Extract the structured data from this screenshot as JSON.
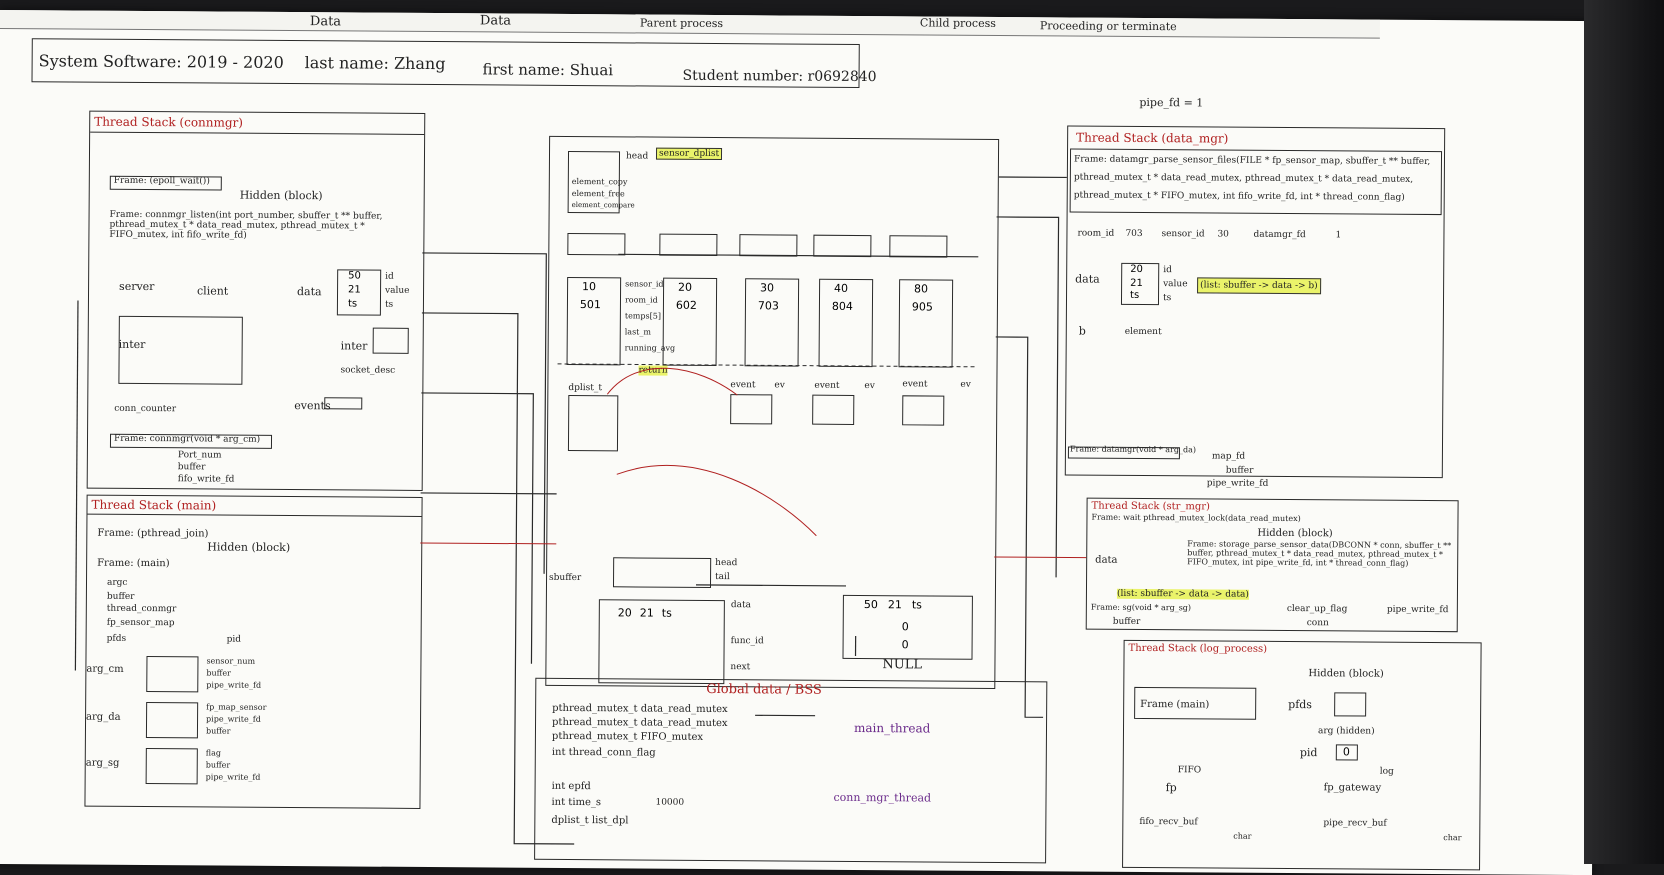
{
  "top_strip": {
    "items": [
      "Data",
      "Data",
      "Parent process",
      "Child process",
      "Proceeding or terminate"
    ]
  },
  "header": {
    "course": "System Software: 2019 - 2020",
    "last_name": "last name: Zhang",
    "first_name": "first name: Shuai",
    "student_number": "Student number: r0692840"
  },
  "left_top": {
    "title": "Thread Stack (connmgr)",
    "frame_epoll": "Frame: (epoll_wait())",
    "hidden": "Hidden (block)",
    "frame_listen": "Frame: connmgr_listen(int port_number, sbuffer_t ** buffer, pthread_mutex_t * data_read_mutex, pthread_mutex_t * FIFO_mutex, int fifo_write_fd)",
    "server": "server",
    "client": "client",
    "data": "data",
    "inter": "inter",
    "socket_desc": "socket_desc",
    "events": "events",
    "conn_counter": "conn_counter",
    "frame_connmgr": "Frame: connmgr(void * arg_cm)",
    "port_num": "Port_num",
    "buffer": "buffer",
    "fifo_write_fd": "fifo_write_fd",
    "vals": [
      "50",
      "21",
      "ts"
    ],
    "labels": [
      "id",
      "value",
      "ts"
    ]
  },
  "left_bottom": {
    "title": "Thread Stack (main)",
    "frame_join": "Frame: (pthread_join)",
    "hidden": "Hidden (block)",
    "frame_main": "Frame: (main)",
    "rows": [
      "argc",
      "buffer",
      "thread_conmgr",
      "fp_sensor_map",
      "pfds",
      "pid"
    ],
    "arg_cm": "arg_cm",
    "arg_da": "arg_da",
    "arg_sg": "arg_sg",
    "sub": [
      "sensor_num",
      "buffer",
      "pipe_write_fd",
      "fp_map_sensor",
      "pipe_write_fd",
      "buffer",
      "flag",
      "buffer",
      "pipe_write_fd"
    ]
  },
  "center": {
    "head": "head",
    "sensor_dplist": "sensor_dplist",
    "node_vals": [
      [
        "10",
        "501"
      ],
      [
        "20",
        "602"
      ],
      [
        "30",
        "703"
      ],
      [
        "40",
        "804"
      ],
      [
        "80",
        "905"
      ]
    ],
    "fields": [
      "sensor_id",
      "room_id",
      "temps[5]",
      "last_m",
      "running_avg"
    ],
    "element_copy": "element_copy",
    "element_free": "element_free",
    "element_compare": "element_compare",
    "event": "event",
    "ev": "ev",
    "return": "return",
    "dpl_list": "dplist_t",
    "sbuffer": "sbuffer",
    "head2": "head",
    "tail": "tail",
    "data": "data",
    "func_id": "func_id",
    "next": "next",
    "node_row": [
      "20",
      "21",
      "ts"
    ],
    "last_row": [
      "50",
      "21",
      "ts"
    ],
    "zeros": [
      "0",
      "0"
    ],
    "null": "NULL",
    "global": "Global data / BSS",
    "globals": [
      "pthread_mutex_t data_read_mutex",
      "pthread_mutex_t data_read_mutex",
      "pthread_mutex_t FIFO_mutex",
      "int thread_conn_flag",
      "int epfd",
      "int time_s",
      "dplist_t list_dpl"
    ],
    "main_thread": "main_thread",
    "conn_thread": "conn_mgr_thread",
    "time_val": "10000"
  },
  "right_top": {
    "pipe_note": "pipe_fd = 1",
    "title": "Thread Stack (data_mgr)",
    "frame": "Frame: datamgr_parse_sensor_files(FILE * fp_sensor_map, sbuffer_t ** buffer, pthread_mutex_t * data_read_mutex, pthread_mutex_t * data_read_mutex, pthread_mutex_t * FIFO_mutex, int fifo_write_fd, int * thread_conn_flag)",
    "room_id": "room_id",
    "sensor_id": "sensor_id",
    "datamgr_fd": "datamgr_fd",
    "room_val": "703",
    "sensor_val": "30",
    "one": "1",
    "data": "data",
    "vals": [
      "20",
      "21",
      "ts"
    ],
    "labels": [
      "id",
      "value",
      "ts"
    ],
    "chain": "(list: sbuffer -> data -> b)",
    "b": "b",
    "element": "element",
    "frame_da": "Frame: datamgr(void * arg_da)",
    "map_fd": "map_fd",
    "buffer": "buffer",
    "pipe_write_fd": "pipe_write_fd"
  },
  "right_mid": {
    "title": "Thread Stack (str_mgr)",
    "frame1": "Frame: wait pthread_mutex_lock(data_read_mutex)",
    "hidden": "Hidden (block)",
    "data": "data",
    "frame2": "Frame: storage_parse_sensor_data(DBCONN * conn, sbuffer_t ** buffer, pthread_mutex_t * data_read_mutex, pthread_mutex_t * FIFO_mutex, int pipe_write_fd, int * thread_conn_flag)",
    "list": "(list: sbuffer -> data -> data)",
    "clear_up_flag": "clear_up_flag",
    "frame3": "Frame: sg(void * arg_sg)",
    "buffer": "buffer",
    "pipe_write_fd": "pipe_write_fd",
    "conn": "conn"
  },
  "right_bottom": {
    "title": "Thread Stack (log_process)",
    "frame": "Frame (main)",
    "hidden": "Hidden (block)",
    "pfds": "pfds",
    "arg": "arg (hidden)",
    "pid": "pid",
    "pid_val": "0",
    "fifo": "FIFO",
    "fp": "fp",
    "fp_gateway": "fp_gateway",
    "log": "log",
    "fifo_recv_buf": "fifo_recv_buf",
    "pipe_recv_buf": "pipe_recv_buf",
    "char": "char"
  }
}
